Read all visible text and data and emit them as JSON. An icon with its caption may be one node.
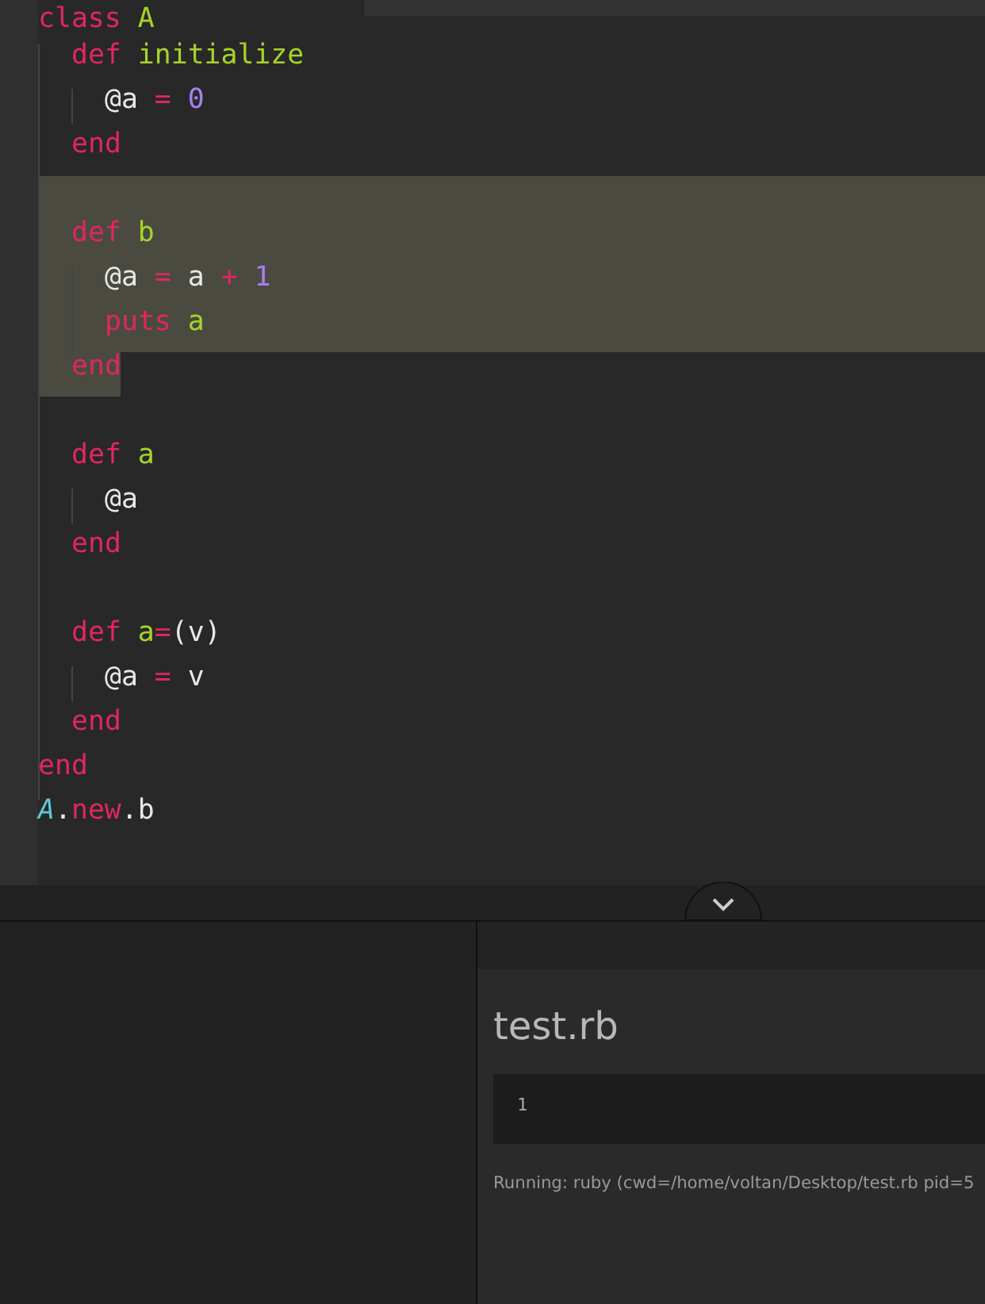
{
  "diagram": {
    "labels": [
      "class A",
      "def initialize",
      "@a = 0",
      "end",
      "def b",
      "@a = a + 1",
      "puts a",
      "end",
      "def a",
      "@a",
      "end",
      "def a=(v)",
      "@a = v",
      "end",
      "end",
      "A.new.b",
      "test.rb",
      "1",
      "Running: ruby (cwd=/home/voltan/Desktop/test.rb pid=5"
    ]
  }
}
